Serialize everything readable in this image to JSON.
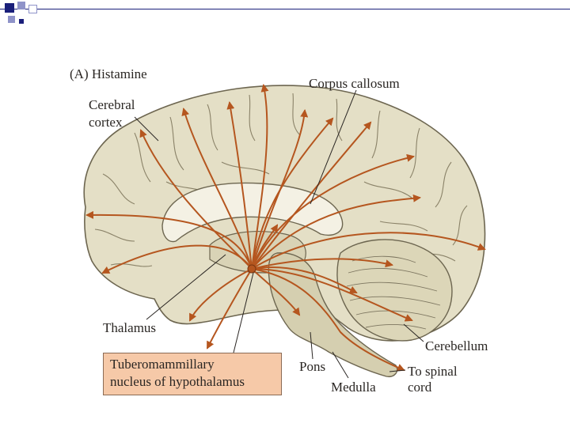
{
  "theme": {
    "accent_dark": "#1a1f7a",
    "accent_light": "#8f93c9",
    "brain_fill": "#e4dfc6",
    "brain_stroke": "#6d6650",
    "pathway": "#b5561f",
    "callout_fill": "#f6c9a8"
  },
  "figure": {
    "panel_title": "(A) Histamine",
    "labels": {
      "corpus_callosum": "Corpus callosum",
      "cerebral_cortex_1": "Cerebral",
      "cerebral_cortex_2": "cortex",
      "thalamus": "Thalamus",
      "cerebellum": "Cerebellum",
      "pons": "Pons",
      "medulla": "Medulla",
      "spinal_1": "To spinal",
      "spinal_2": "cord",
      "nucleus_1": "Tuberomammillary",
      "nucleus_2": "nucleus of hypothalamus"
    }
  }
}
